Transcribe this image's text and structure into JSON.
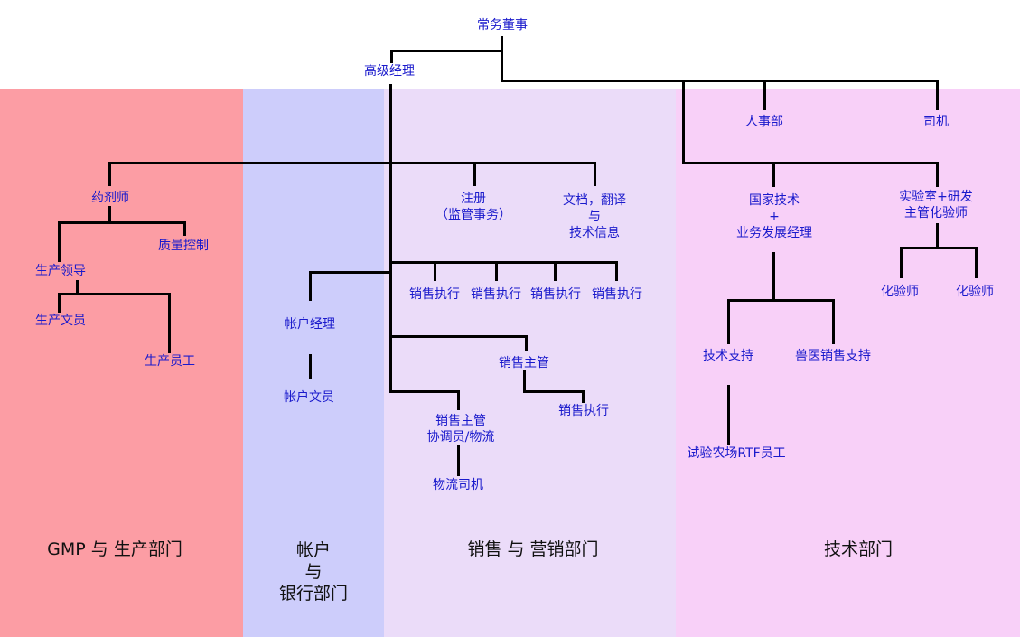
{
  "colors": {
    "gmp_band": "#fc9da4",
    "accounts_band": "#cdcdfb",
    "sales_band": "#ebdcf9",
    "tech_band": "#f8d0f8",
    "label_text": "#1a1acc",
    "dept_text": "#111111",
    "lines": "#000000"
  },
  "top": {
    "managing_director": "常务董事",
    "senior_manager": "高级经理",
    "hr": "人事部",
    "driver": "司机"
  },
  "gmp": {
    "pharmacist": "药剂师",
    "quality_control": "质量控制",
    "production_lead": "生产领导",
    "production_clerk": "生产文员",
    "production_staff": "生产员工",
    "dept_name": "GMP 与 生产部门"
  },
  "accounts": {
    "manager": "帐户经理",
    "clerk": "帐户文员",
    "dept_line1": "帐户",
    "dept_line2": "与",
    "dept_line3": "银行部门"
  },
  "sales": {
    "registration_line1": "注册",
    "registration_line2": "（监管事务）",
    "docs_line1": "文档，翻译",
    "docs_line2": "与",
    "docs_line3": "技术信息",
    "exec_1": "销售执行",
    "exec_2": "销售执行",
    "exec_3": "销售执行",
    "exec_4": "销售执行",
    "supervisor": "销售主管",
    "supervisor_exec": "销售执行",
    "coordinator_line1": "销售主管",
    "coordinator_line2": "协调员/物流",
    "logistics_driver": "物流司机",
    "dept_name": "销售 与 营销部门"
  },
  "tech": {
    "national_line1": "国家技术",
    "national_line2": "+",
    "national_line3": "业务发展经理",
    "lab_line1": "实验室+研发",
    "lab_line2": "主管化验师",
    "tech_support": "技术支持",
    "vet_sales_support": "兽医销售支持",
    "chemist_1": "化验师",
    "chemist_2": "化验师",
    "farm_staff": "试验农场RTF员工",
    "dept_name": "技术部门"
  }
}
